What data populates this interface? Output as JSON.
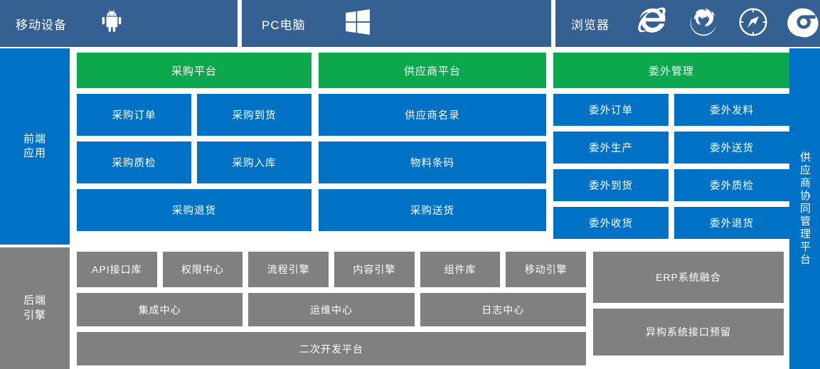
{
  "device_bar": {
    "cells": [
      {
        "label": "移动设备",
        "icons": [
          {
            "name": "android-icon"
          }
        ]
      },
      {
        "label": "PC电脑",
        "icons": [
          {
            "name": "windows-icon"
          }
        ]
      },
      {
        "label": "浏览器",
        "icons": [
          {
            "name": "internet-explorer-icon"
          },
          {
            "name": "firefox-icon"
          },
          {
            "name": "safari-icon"
          },
          {
            "name": "chrome-icon"
          }
        ]
      }
    ]
  },
  "frontend": {
    "side_label": "前端\n应用",
    "side_label_line1": "前端",
    "side_label_line2": "应用",
    "columns": [
      {
        "header": "采购平台",
        "rows": [
          {
            "tiles": [
              "采购订单",
              "采购到货"
            ]
          },
          {
            "tiles": [
              "采购质检",
              "采购入库"
            ]
          },
          {
            "tiles": [
              "采购退货"
            ]
          }
        ]
      },
      {
        "header": "供应商平台",
        "rows": [
          {
            "tiles": [
              "供应商名录"
            ]
          },
          {
            "tiles": [
              "物料条码"
            ]
          },
          {
            "tiles": [
              "采购送货"
            ]
          }
        ]
      },
      {
        "header": "委外管理",
        "rows": [
          {
            "tiles": [
              "委外订单",
              "委外发料"
            ]
          },
          {
            "tiles": [
              "委外生产",
              "委外送货"
            ]
          },
          {
            "tiles": [
              "委外到货",
              "委外质检"
            ]
          },
          {
            "tiles": [
              "委外收货",
              "委外退货"
            ]
          }
        ]
      }
    ]
  },
  "backend": {
    "side_label_line1": "后端",
    "side_label_line2": "引擎",
    "row1": [
      "API接口库",
      "权限中心",
      "流程引擎",
      "内容引擎",
      "组件库",
      "移动引擎"
    ],
    "row2": [
      "集成中心",
      "运维中心",
      "日志中心"
    ],
    "row3": "二次开发平台",
    "right_tiles": [
      "ERP系统融合",
      "异构系统接口预留"
    ]
  },
  "right_rail": {
    "title": "供应商协同管理平台"
  },
  "colors": {
    "header_blue": "#356192",
    "tile_blue": "#0072C6",
    "green": "#0DA84E",
    "gray": "#808080",
    "white": "#FFFFFF"
  }
}
